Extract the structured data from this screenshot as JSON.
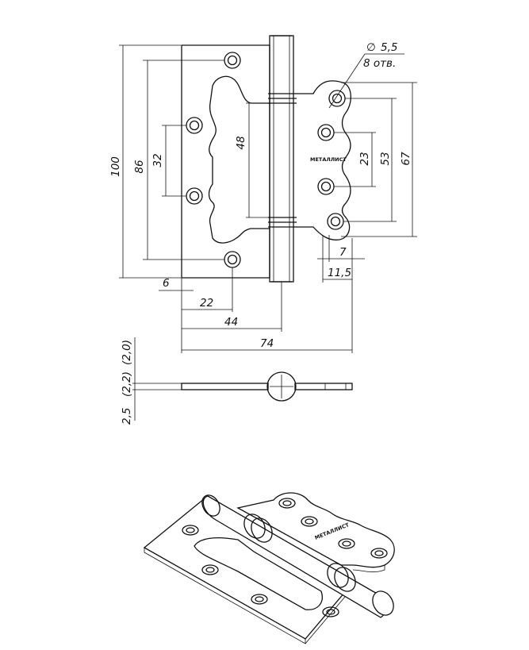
{
  "dimensions": {
    "height_total": "100",
    "height_outer_holes": "86",
    "height_inner_holes": "32",
    "knuckle_length": "48",
    "right_total": "67",
    "right_outer_holes": "53",
    "right_inner_holes": "23",
    "edge_offset_a": "6",
    "edge_offset_b": "22",
    "to_axis": "44",
    "width_total": "74",
    "right_edge_a": "7",
    "right_edge_b": "11,5",
    "hole_diameter": "5,5",
    "hole_count": "8 отв.",
    "thickness_main": "2,5",
    "thickness_b": "(2,2)",
    "thickness_c": "(2,0)"
  },
  "symbols": {
    "diameter": "∅"
  },
  "brand_label": "МЕТАЛЛИСТ",
  "colors": {
    "line": "#111111",
    "background": "#ffffff"
  }
}
